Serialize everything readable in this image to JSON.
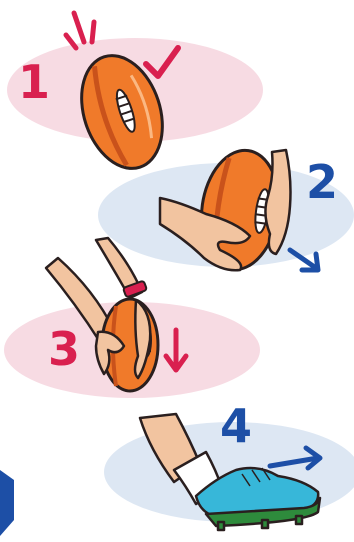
{
  "steps": [
    {
      "number": "1",
      "color": "#d9204f",
      "bg": "#f7dbe3",
      "icons": [
        "burst-icon",
        "check-icon"
      ]
    },
    {
      "number": "2",
      "color": "#1d4fa6",
      "bg": "#dde7f3",
      "icons": [
        "arrow-down-right-icon"
      ]
    },
    {
      "number": "3",
      "color": "#d9204f",
      "bg": "#f7dbe3",
      "icons": [
        "arrow-down-icon"
      ]
    },
    {
      "number": "4",
      "color": "#1d4fa6",
      "bg": "#dde7f3",
      "icons": [
        "arrow-right-icon"
      ]
    }
  ],
  "colors": {
    "ball": "#f07a2a",
    "ball_dark": "#c9521b",
    "skin": "#f2c4a0",
    "outline": "#2a1f1f",
    "boot": "#37b7d9",
    "boot_sole": "#2e8b3c",
    "wristband": "#d9204f",
    "sock": "#ffffff"
  }
}
